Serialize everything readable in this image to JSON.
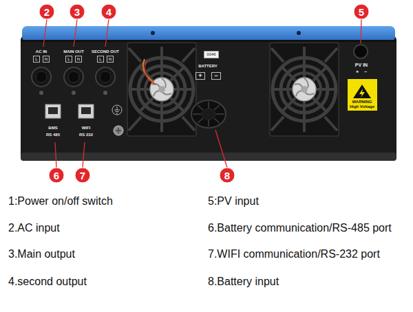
{
  "diagram": {
    "nodes": [
      {
        "text": [
          "0046"
        ]
      },
      {
        "text": [
          "WARNING",
          "High Voltage"
        ]
      }
    ],
    "labels": [
      "2",
      "3",
      "4",
      "5",
      "AC IN",
      "L",
      "N",
      "MAIN OUT",
      "L",
      "N",
      "SECOND OUT",
      "L",
      "N",
      "PV IN",
      "+",
      "−",
      "BATTERY",
      "+",
      "−",
      "BMS",
      "RS 485",
      "WIFI",
      "RS 232",
      "6",
      "7",
      "8",
      "1:Power on/off switch",
      "5:PV input",
      "2.AC input",
      "6.Battery communication/RS-485 port",
      "3.Main output",
      "7.WIFI communication/RS-232 port",
      "4.second output",
      "8.Battery input"
    ]
  }
}
